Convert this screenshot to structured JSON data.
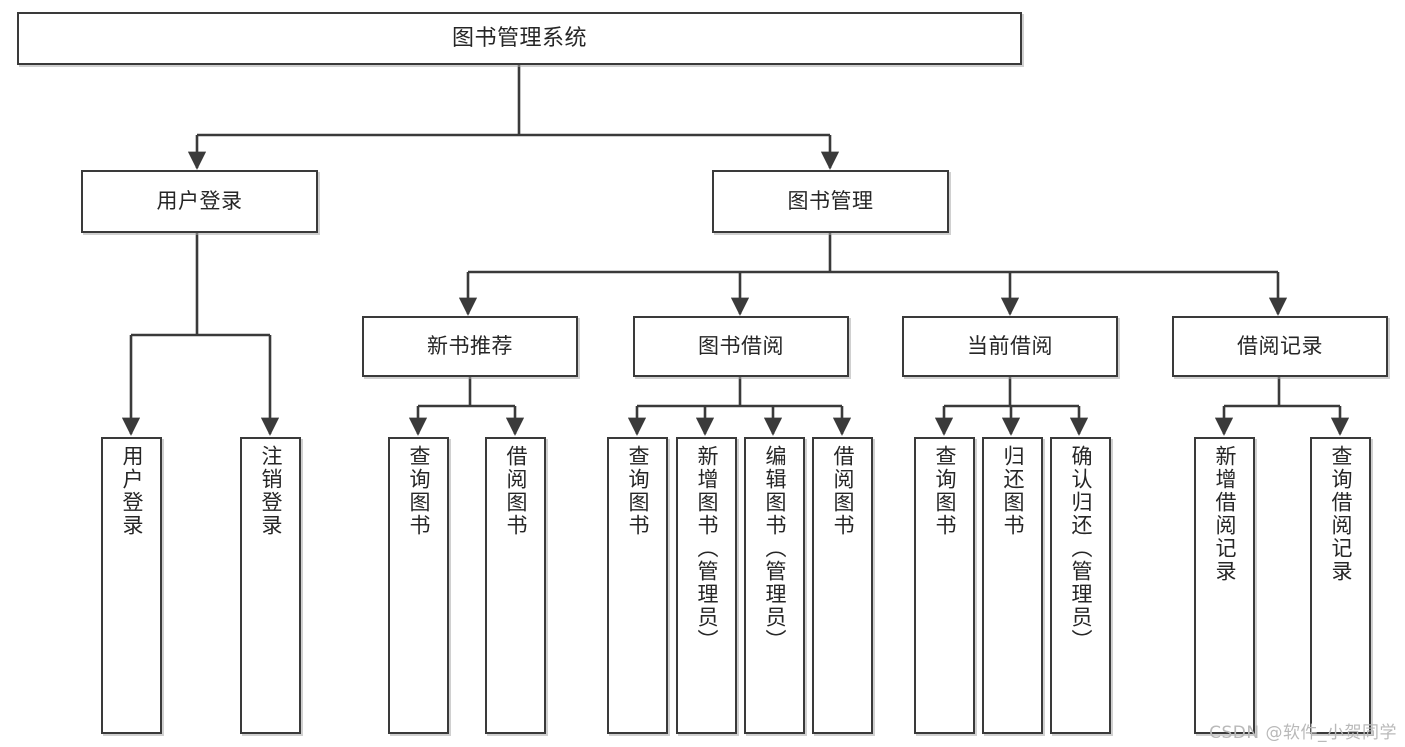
{
  "diagram": {
    "type": "tree-hierarchy-chart",
    "title": "图书管理系统",
    "orientation": "top-down",
    "line_color": "#3a3a3a",
    "box_fill": "#ffffff",
    "text_color": "#262626"
  },
  "watermark": {
    "text": "CSDN @软件_小贺同学",
    "color": "#b9b9b9"
  },
  "nodes": {
    "root": {
      "label": "图书管理系统"
    },
    "level1": [
      {
        "id": "user-login",
        "label": "用户登录"
      },
      {
        "id": "book-manage",
        "label": "图书管理"
      }
    ],
    "level2": [
      {
        "id": "new-book-rec",
        "label": "新书推荐"
      },
      {
        "id": "book-borrow",
        "label": "图书借阅"
      },
      {
        "id": "current-borrow",
        "label": "当前借阅"
      },
      {
        "id": "borrow-record",
        "label": "借阅记录"
      }
    ],
    "leaves": {
      "user_login": [
        {
          "id": "leaf-user-login",
          "label": "用户登录"
        },
        {
          "id": "leaf-logout-login",
          "label": "注销登录"
        }
      ],
      "new_book_rec": [
        {
          "id": "leaf-query-book-1",
          "label": "查询图书"
        },
        {
          "id": "leaf-borrow-book-1",
          "label": "借阅图书"
        }
      ],
      "book_borrow": [
        {
          "id": "leaf-query-book-2",
          "label": "查询图书"
        },
        {
          "id": "leaf-add-book",
          "label": "新增图书（管理员）"
        },
        {
          "id": "leaf-edit-book",
          "label": "编辑图书（管理员）"
        },
        {
          "id": "leaf-borrow-book-2",
          "label": "借阅图书"
        }
      ],
      "current_borrow": [
        {
          "id": "leaf-query-book-3",
          "label": "查询图书"
        },
        {
          "id": "leaf-return-book",
          "label": "归还图书"
        },
        {
          "id": "leaf-confirm-return",
          "label": "确认归还（管理员）"
        }
      ],
      "borrow_record": [
        {
          "id": "leaf-add-record",
          "label": "新增借阅记录"
        },
        {
          "id": "leaf-query-record",
          "label": "查询借阅记录"
        }
      ]
    }
  }
}
